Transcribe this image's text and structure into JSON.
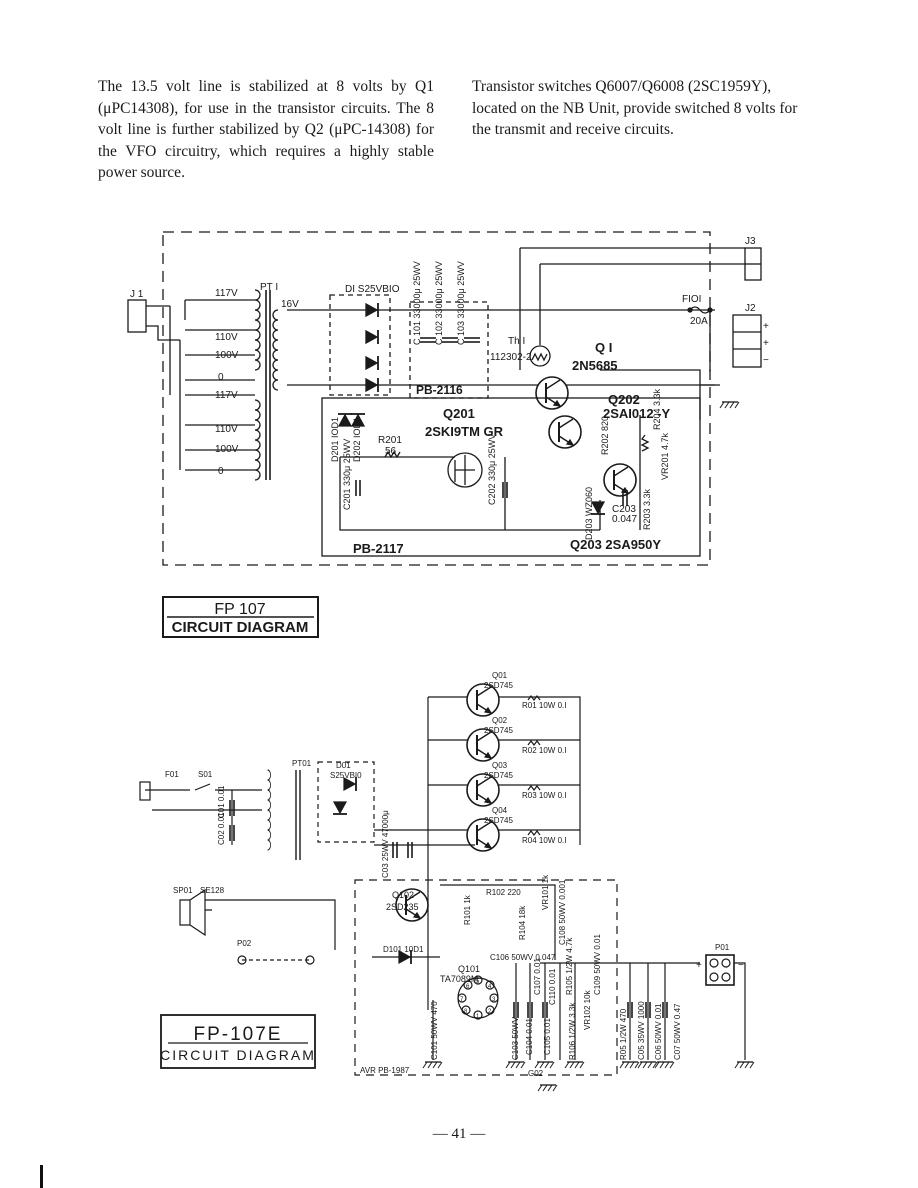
{
  "text": {
    "left_paragraph": "The 13.5 volt line is stabilized at 8 volts by Q1 (μPC14308), for use in the transistor circuits. The 8 volt line is further stabilized by Q2 (μPC-14308) for the VFO circuitry, which requires a highly stable power source.",
    "right_paragraph": "Transistor switches Q6007/Q6008 (2SC1959Y), located on the NB Unit, provide switched 8 volts for the transmit and receive circuits."
  },
  "fp107": {
    "title_line1": "FP 107",
    "title_line2": "CIRCUIT DIAGRAM",
    "labels": {
      "j1": "J 1",
      "j2": "J2",
      "j3": "J3",
      "pt1": "PT I",
      "v117a": "117V",
      "v110a": "110V",
      "v100a": "100V",
      "v0a": "0",
      "v117b": "117V",
      "v110b": "110V",
      "v100b": "100V",
      "v0b": "0",
      "v16": "16V",
      "d1": "DI S25VBIO",
      "f101": "FIOI",
      "f_rating": "20A",
      "th1": "Th I",
      "th_part": "112302-2",
      "q1": "Q I",
      "q1_part": "2N5685",
      "c101": "C 101 33000μ 25WV",
      "c102": "C 102 33000μ 25WV",
      "c103": "C 103 33000μ 25WV",
      "pb2116": "PB-2116",
      "q201": "Q201",
      "q201_part": "2SKI9TM GR",
      "q202": "Q202",
      "q202_part": "2SAI012 -Y",
      "r201": "R201",
      "r201_val": "56",
      "r202": "R202 820",
      "r204": "R204 3.3k",
      "vr201": "VR201 4.7k",
      "r203": "R203 3.3k",
      "d201": "D201 IOD1",
      "d202": "D202 IOD1",
      "c201": "C201 330μ 25WV",
      "c202": "C202 330μ 25WV",
      "d203": "D203 WZ060",
      "c203": "C203",
      "c203_val": "0.047",
      "pb2117": "PB-2117",
      "q203": "Q203 2SA950Y",
      "plus": "+",
      "minus": "−"
    }
  },
  "fp107e": {
    "title_line1": "FP-107E",
    "title_line2": "CIRCUIT DIAGRAM",
    "labels": {
      "q01": "Q01",
      "q01_part": "2SD745",
      "q02": "Q02",
      "q02_part": "2SD745",
      "q03": "Q03",
      "q03_part": "2SD745",
      "q04": "Q04",
      "q04_part": "2SD745",
      "r01": "R01 10W 0.I",
      "r02": "R02 10W 0.I",
      "r03": "R03 10W 0.I",
      "r04": "R04 10W 0.I",
      "f01": "F01",
      "s01": "S01",
      "pt01": "PT01",
      "d01": "D01",
      "d01_part": "S25VBI0",
      "c01": "C01 0.01",
      "c02": "C02 0.01",
      "c03": "C03 25WV 47000μ",
      "sp01": "SP01",
      "se128": "SE128",
      "p02": "P02",
      "p01": "P01",
      "q102": "Q102",
      "q102_part": "2SD235",
      "r101": "R101 1k",
      "r102": "R102 220",
      "vr101": "VR101 1k",
      "r104": "R104 18k",
      "c108": "C108 50WV 0.001",
      "d101": "D101 10D1",
      "q101": "Q101",
      "q101_part": "TA7089M",
      "c106": "C106 50WV 0.047",
      "c107": "C107 0.01",
      "c110": "C110 0.01",
      "r105": "R105 1/2W 4.7k",
      "c109": "C109 50WV 0.01",
      "vr102": "VR102 10k",
      "r106": "R106 1/2W 3.3k",
      "c101": "C101 50WV 470",
      "c103": "C103 50WV",
      "c104": "C104 0.01",
      "c105": "C105 0.01",
      "r05": "R05 1/2W 470",
      "c05": "C05 35WV 1000",
      "c06": "C06 50WV 0.01",
      "c07": "C07 50WV 0.47",
      "avr": "AVR PB-1987",
      "g02": "G02",
      "pin1": "1",
      "pin2": "2",
      "pin3": "3",
      "pin4": "4",
      "pin5": "5",
      "pin6": "6",
      "pin7": "7",
      "pin8": "8",
      "plus": "+",
      "minus": "−"
    }
  },
  "page_number": "— 41 —"
}
